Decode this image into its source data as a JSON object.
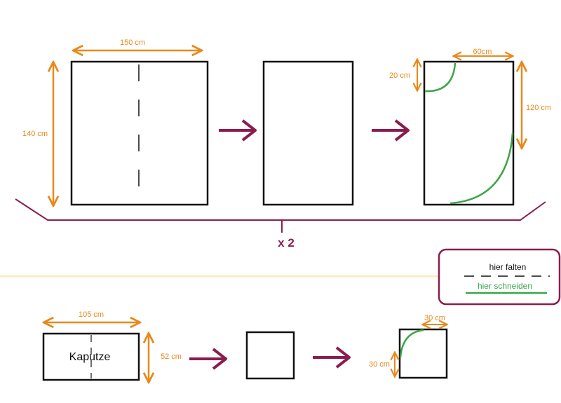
{
  "colors": {
    "dimension": "#e8891c",
    "arrow": "#8a1d4f",
    "cut": "#3aa64a",
    "outline": "#111111",
    "divider": "#fbeec0",
    "legend_border": "#8a1d4f"
  },
  "top_row": {
    "panel1": {
      "width_label": "150 cm",
      "height_label": "140 cm"
    },
    "panel3": {
      "top_label": "60cm",
      "corner_label": "20 cm",
      "side_label": "120 cm"
    },
    "repeat_label": "x 2"
  },
  "legend": {
    "fold_label": "hier falten",
    "cut_label": "hier schneiden"
  },
  "bottom_row": {
    "hood": {
      "width_label": "105 cm",
      "height_label": "52 cm",
      "name": "Kaputze"
    },
    "panel3": {
      "top_label": "30 cm",
      "side_label": "30 cm"
    }
  }
}
